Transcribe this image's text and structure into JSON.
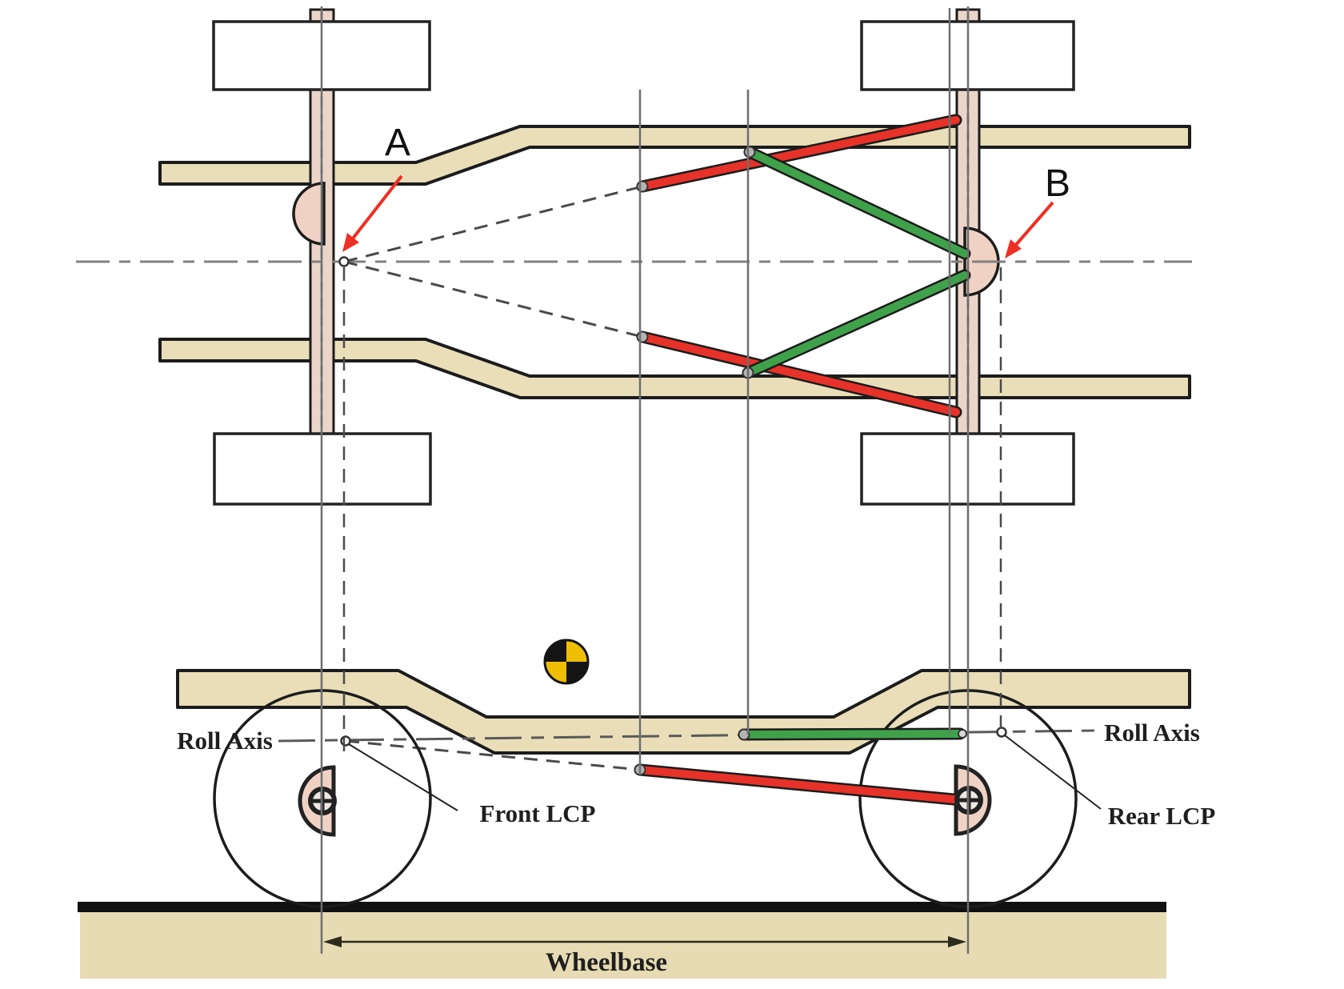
{
  "diagram": {
    "description": "Vehicle chassis plan view (top) and side elevation (bottom) showing roll axis construction from red and green suspension links",
    "labels": {
      "point_a": "A",
      "point_b": "B",
      "roll_axis_left": "Roll Axis",
      "roll_axis_right": "Roll Axis",
      "front_lcp": "Front LCP",
      "rear_lcp": "Rear LCP",
      "wheelbase": "Wheelbase"
    },
    "colors": {
      "frame_tan": "#e9deb8",
      "ground_tan": "#e7dbb3",
      "axle_pink": "#ebd5c9",
      "hub_pink": "#f0d2c4",
      "link_red": "#e63228",
      "link_green": "#3fa24b",
      "cg_yellow": "#efbe04",
      "centerline_gray": "#808080",
      "reference_gray": "#6e6e6e",
      "dash_dark": "#4a4a4a",
      "outline_black": "#1c1c1c",
      "arrow_red": "#ee2f24"
    },
    "icon_names": [
      "center-of-gravity-icon",
      "hub-bolt-icon"
    ]
  }
}
